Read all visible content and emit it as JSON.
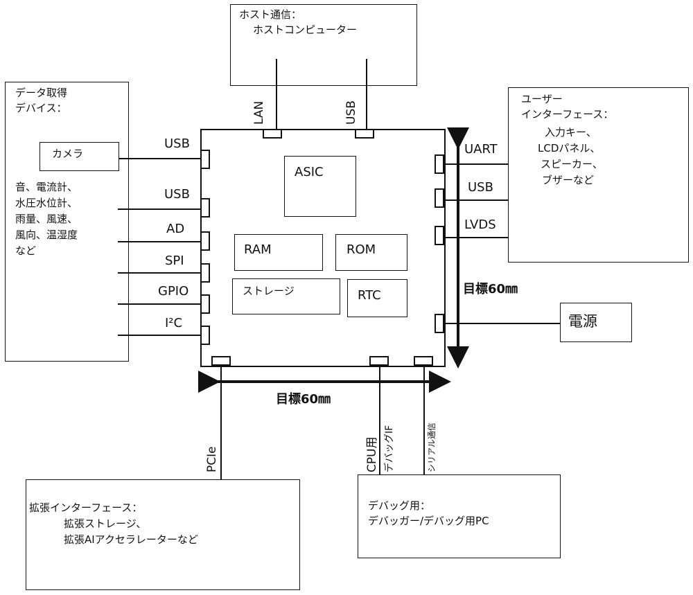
{
  "host": {
    "title": "ホスト通信：",
    "body": "ホストコンピューター",
    "lan": "LAN",
    "usb": "USB"
  },
  "left_box": {
    "title": "データ取得",
    "title2": "デバイス：",
    "camera": "カメラ",
    "sensors": [
      "音、電流計、",
      "水圧水位計、",
      "雨量、風速、",
      "風向、温湿度",
      "など"
    ]
  },
  "left_ports": [
    "USB",
    "USB",
    "AD",
    "SPI",
    "GPIO",
    "I²C"
  ],
  "board": {
    "asic": "ASIC",
    "ram": "RAM",
    "rom": "ROM",
    "storage": "ストレージ",
    "rtc": "RTC"
  },
  "right_ports": [
    "UART",
    "USB",
    "LVDS"
  ],
  "user_if": {
    "title": "ユーザー",
    "title2": "インターフェース：",
    "items": [
      "入力キー、",
      "LCDパネル、",
      "スピーカー、",
      "ブザーなど"
    ]
  },
  "power": "電源",
  "dim_vertical": "目標60㎜",
  "dim_horizontal": "目標60㎜",
  "bottom_ports": {
    "pcie": "PCIe",
    "cpu_label1": "CPU用",
    "cpu_label2": "デバッグIF",
    "serial": "シリアル通信"
  },
  "ext_if": {
    "title": "拡張インターフェース：",
    "line1": "拡張ストレージ、",
    "line2": "拡張AIアクセラレーターなど"
  },
  "debug": {
    "title": "デバッグ用：",
    "body": "デバッガー/デバッグ用PC"
  }
}
